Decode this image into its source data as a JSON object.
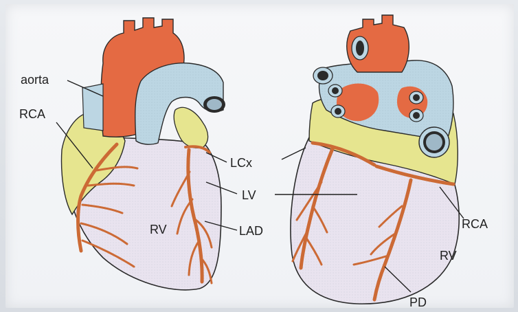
{
  "figure": {
    "labels": {
      "aorta": "aorta",
      "rca_left": "RCA",
      "lcx": "LCx",
      "lv": "LV",
      "rv_left": "RV",
      "lad": "LAD",
      "rca_right": "RCA",
      "rv_right": "RV",
      "pd": "PD"
    },
    "colors": {
      "aorta": "#e46a43",
      "pulmonary": "#bcd6e3",
      "fat": "#e6e58f",
      "ventricle": "#e9e3ef",
      "vessel": "#cc6a35",
      "outline": "#2a2a2a"
    }
  }
}
